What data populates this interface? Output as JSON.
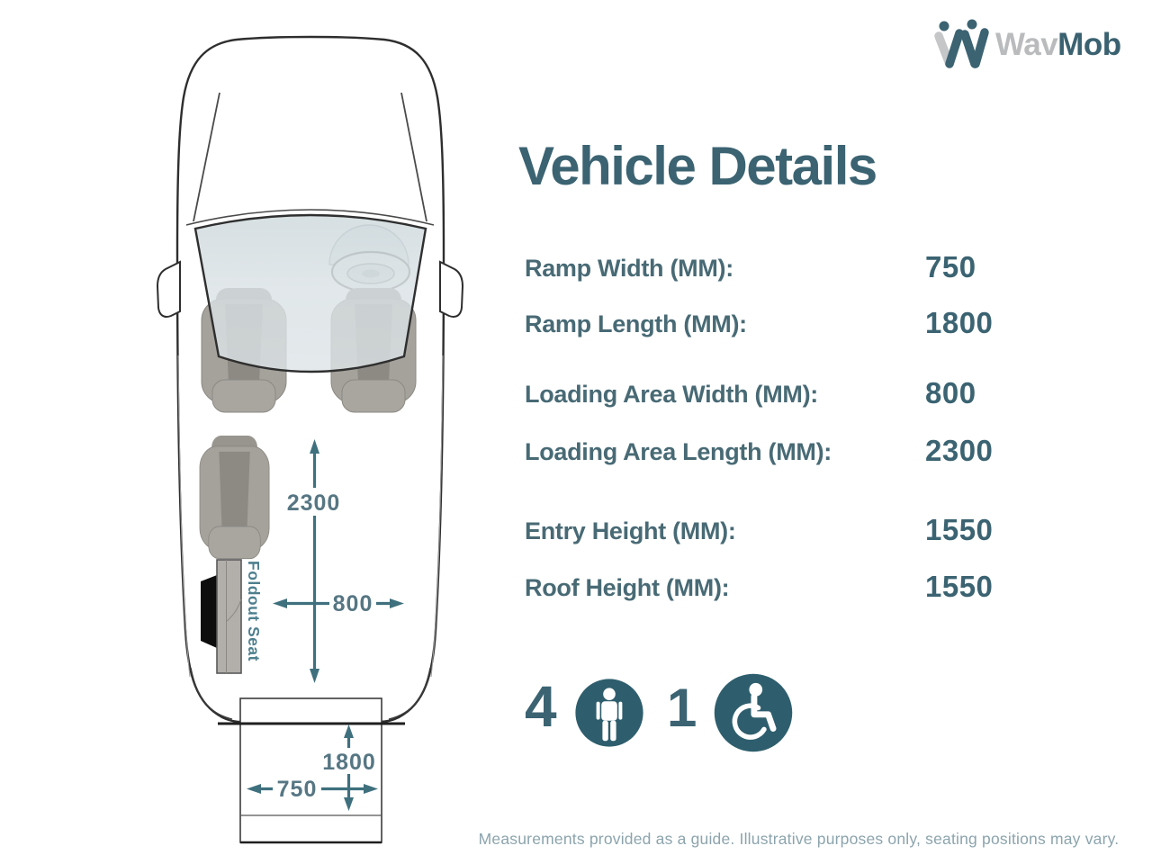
{
  "logo": {
    "word_gray": "Wav",
    "word_teal": "Mob"
  },
  "header": {
    "title": "Vehicle Details"
  },
  "specs": [
    {
      "label": "Ramp Width (MM):",
      "value": "750"
    },
    {
      "label": "Ramp Length (MM):",
      "value": "1800"
    },
    {
      "label": "Loading Area Width (MM):",
      "value": "800"
    },
    {
      "label": "Loading Area Length (MM):",
      "value": "2300"
    },
    {
      "label": "Entry Height (MM):",
      "value": "1550"
    },
    {
      "label": "Roof Height (MM):",
      "value": "1550"
    }
  ],
  "capacity": {
    "seats": "4",
    "wheelchairs": "1"
  },
  "diagram": {
    "loading_area_length": "2300",
    "loading_area_width": "800",
    "ramp_length": "1800",
    "ramp_width": "750",
    "foldout_seat_label": "Foldout Seat"
  },
  "footer": {
    "disclaimer": "Measurements provided as a guide. Illustrative purposes only, seating positions may vary."
  },
  "colors": {
    "teal_text": "#3b6372",
    "dimension_teal": "#3f707e",
    "logo_gray": "#b9bbbd",
    "icon_circle_teal": "#2e5e6d",
    "footer_gray": "#8ca4ad"
  },
  "icons": [
    "wavmob-logo-mark",
    "person-icon",
    "wheelchair-icon"
  ]
}
